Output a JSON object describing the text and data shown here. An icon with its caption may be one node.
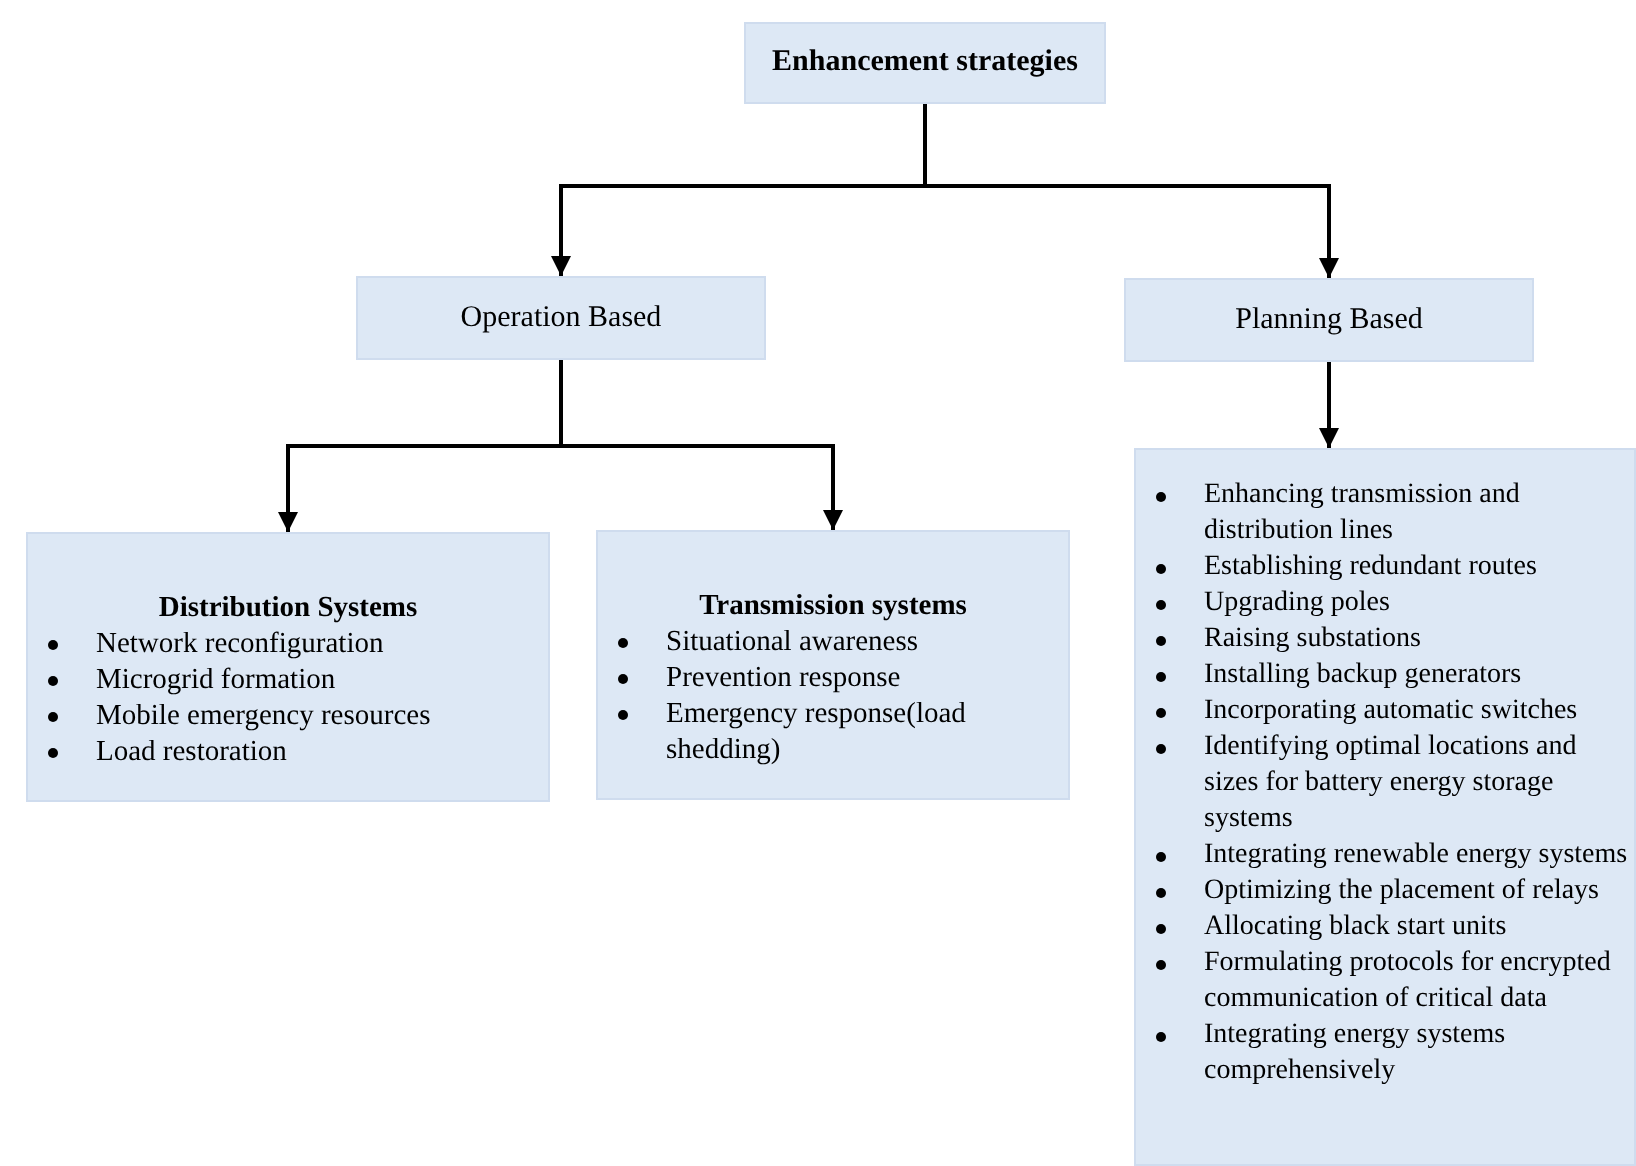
{
  "diagram": {
    "nodes": [
      {
        "text": [
          "Enhancement strategies"
        ]
      },
      {
        "text": [
          "Operation Based"
        ]
      },
      {
        "text": [
          "Planning Based"
        ]
      },
      {
        "text": [
          "Distribution Systems",
          "Network reconfiguration",
          "Microgrid formation",
          "Mobile emergency resources",
          "Load restoration"
        ]
      },
      {
        "text": [
          "Transmission systems",
          "Situational awareness",
          "Prevention response",
          "Emergency response(load shedding)"
        ]
      },
      {
        "text": [
          "Enhancing transmission and distribution lines",
          "Establishing redundant routes",
          "Upgrading poles",
          "Raising substations",
          "Installing backup generators",
          "Incorporating automatic switches",
          "Identifying optimal locations and sizes for battery energy storage systems",
          "Integrating renewable energy systems",
          "Optimizing the placement of relays",
          "Allocating black start units",
          "Formulating protocols for encrypted communication of critical data",
          "Integrating energy systems comprehensively"
        ]
      }
    ],
    "edges": [
      {
        "from": 0,
        "to": 1,
        "arrow": "to"
      },
      {
        "from": 0,
        "to": 2,
        "arrow": "to"
      },
      {
        "from": 1,
        "to": 3,
        "arrow": "to"
      },
      {
        "from": 1,
        "to": 4,
        "arrow": "to"
      },
      {
        "from": 2,
        "to": 5,
        "arrow": "to"
      }
    ]
  }
}
